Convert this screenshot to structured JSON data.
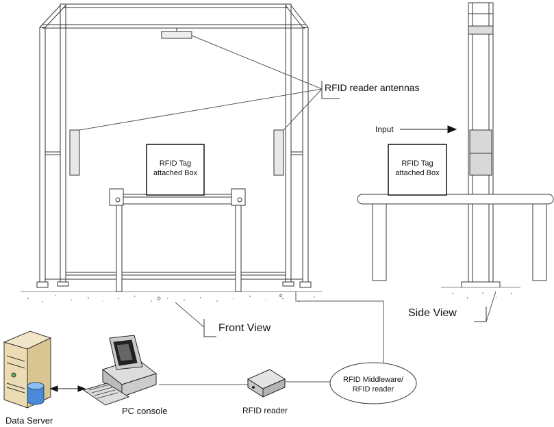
{
  "front_view": {
    "antenna_label": "RFID reader antennas",
    "box_line1": "RFID Tag",
    "box_line2": "attached Box",
    "view_label": "Front View"
  },
  "side_view": {
    "input_label": "Input",
    "box_line1": "RFID Tag",
    "box_line2": "attached Box",
    "view_label": "Side View"
  },
  "network": {
    "server_label": "Data Server",
    "console_label": "PC console",
    "reader_label": "RFID reader",
    "middleware_line1": "RFID Middleware/",
    "middleware_line2": "RFID reader"
  }
}
